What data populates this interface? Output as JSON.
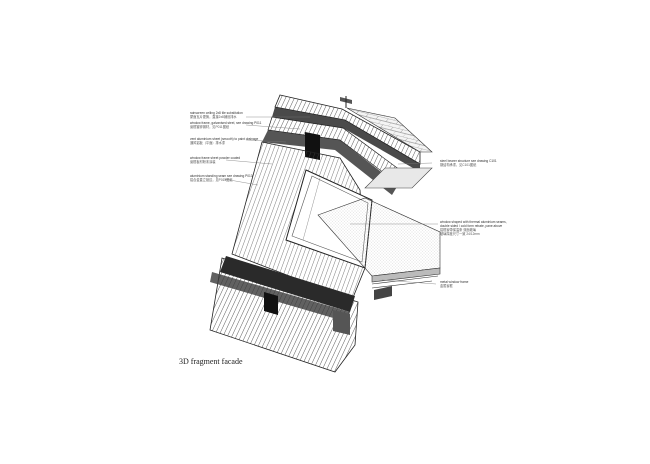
{
  "caption": "3D fragment facade",
  "annotations": {
    "left_1": "rainscreen ceiling 2x8 tile substitution",
    "left_1_cn": "屋面瓦片更换，直接2x8铺设排水",
    "left_2": "window frame, galvanised steel, see drawing P011",
    "left_2_cn": "窗框镀锌钢材，见P011图纸",
    "left_3": "vent aluminium sheet (smooth) to paint drainage",
    "left_3_cn": "通风铝板（平面）排水漆",
    "left_4": "window frame sheet powder coated",
    "left_4_cn": "窗框板材粉末涂装",
    "left_5": "aluminium standing seam see drawing P013",
    "left_5_cn": "铝合金直立锁边，见P013图纸",
    "right_1": "steel bearer structure see drawing C101",
    "right_1_cn": "钢结构承重，见C101图纸",
    "right_2": "window shaped with thermal aluminium seams,",
    "right_2b": "double sided / cold form rebate, pane above",
    "right_2_cn": "铝框窗带保温条 双面玻璃",
    "right_2_cn2": "玻璃厚度尺寸一致 24/12mm",
    "right_3": "metal window frame",
    "right_3_cn": "金属窗框"
  },
  "colors": {
    "line": "#222222",
    "leader": "#777777",
    "glass": "#cfcfcf",
    "dark_band": "#2a2a2a",
    "concrete": "#e6e6e6"
  }
}
